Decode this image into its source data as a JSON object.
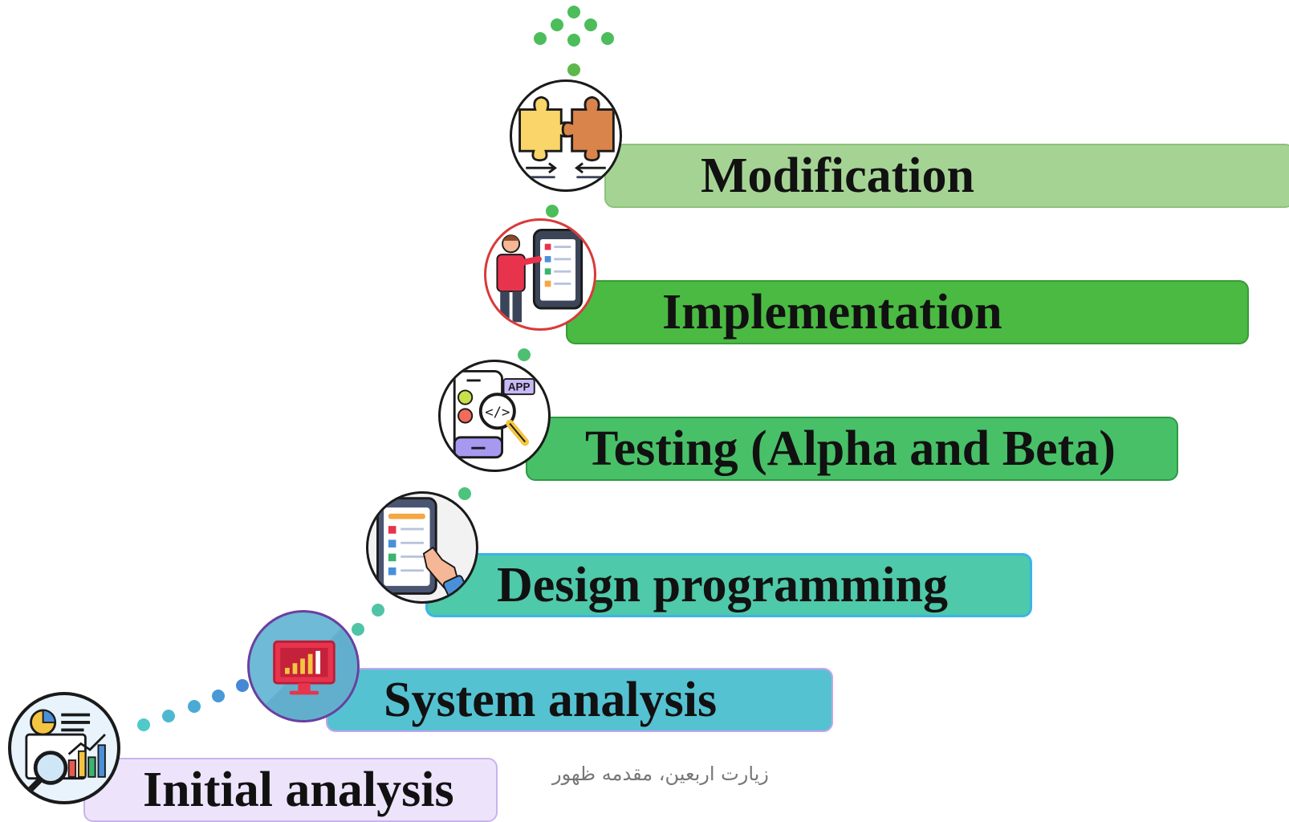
{
  "stages": [
    {
      "label": "Initial analysis",
      "icon": "data-analysis-chart-icon",
      "color": "#ede4fb",
      "border": "#c9b3ee"
    },
    {
      "label": "System analysis",
      "icon": "monitor-bar-chart-icon",
      "color": "#55c2d2",
      "border": "#c8a4ef"
    },
    {
      "label": "Design programming",
      "icon": "checklist-tablet-hand-icon",
      "color": "#4ec9a9",
      "border": "#3ab5e8"
    },
    {
      "label": "Testing (Alpha and Beta)",
      "icon": "app-code-magnifier-icon",
      "color": "#48c068",
      "border": "#2d9a45"
    },
    {
      "label": "Implementation",
      "icon": "person-presenting-checklist-icon",
      "color": "#4aba42",
      "border": "#3a9a38"
    },
    {
      "label": "Modification",
      "icon": "puzzle-pieces-icon",
      "color": "#a5d394",
      "border": "#8cc27b"
    }
  ],
  "footer_text": "زیارت اربعین، مقدمه ظهور"
}
